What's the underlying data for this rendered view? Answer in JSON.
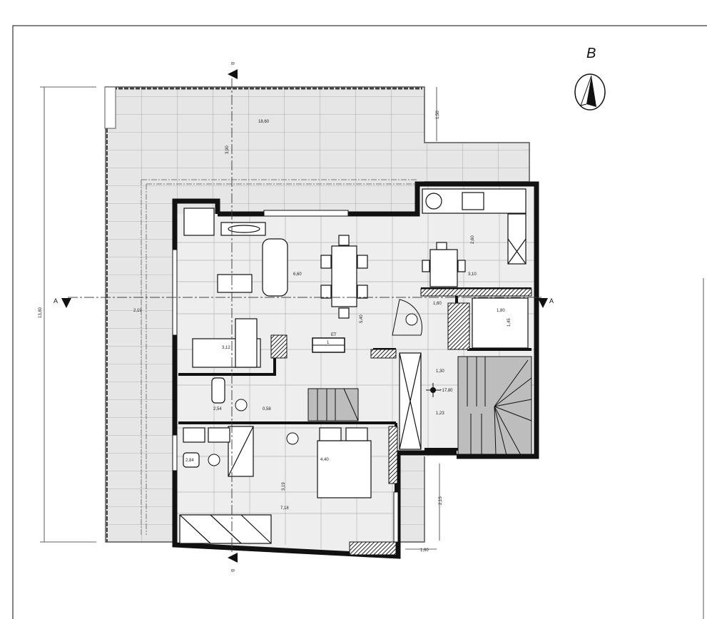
{
  "plan": {
    "north_label": "B",
    "section_marks": {
      "left": "A",
      "right": "A",
      "top": "B",
      "bottom": "B"
    },
    "level_tag": {
      "line1": "ET",
      "line2": "1"
    },
    "spot_level": "+17,80",
    "dimensions": {
      "overall_height": "13,80",
      "terrace_width": "18,60",
      "terrace_depth": "3,90",
      "terrace_side": "2,19",
      "living_width": "6,60",
      "living_depth": "5,40",
      "sofa_area": "3,12",
      "wc_width": "2,54",
      "wc_gap": "0,58",
      "bath_width": "2,84",
      "bedroom_width": "4,40",
      "bedroom_depth": "3,19",
      "bedroom_length": "7,18",
      "kitchen_depth": "2,60",
      "kitchen_width": "3,10",
      "hall_width": "1,60",
      "storage_width": "1,80",
      "storage_depth": "1,45",
      "landing_1": "1,30",
      "landing_2": "1,23",
      "balcony_depth": "2,15",
      "balcony_width": "1,60",
      "upper_terrace": "1,50"
    },
    "colors": {
      "wall": "#111111",
      "terrace_fill": "#e6e6e6",
      "floor_fill": "#eeeeee",
      "stair_fill": "#bdbdbd"
    }
  }
}
